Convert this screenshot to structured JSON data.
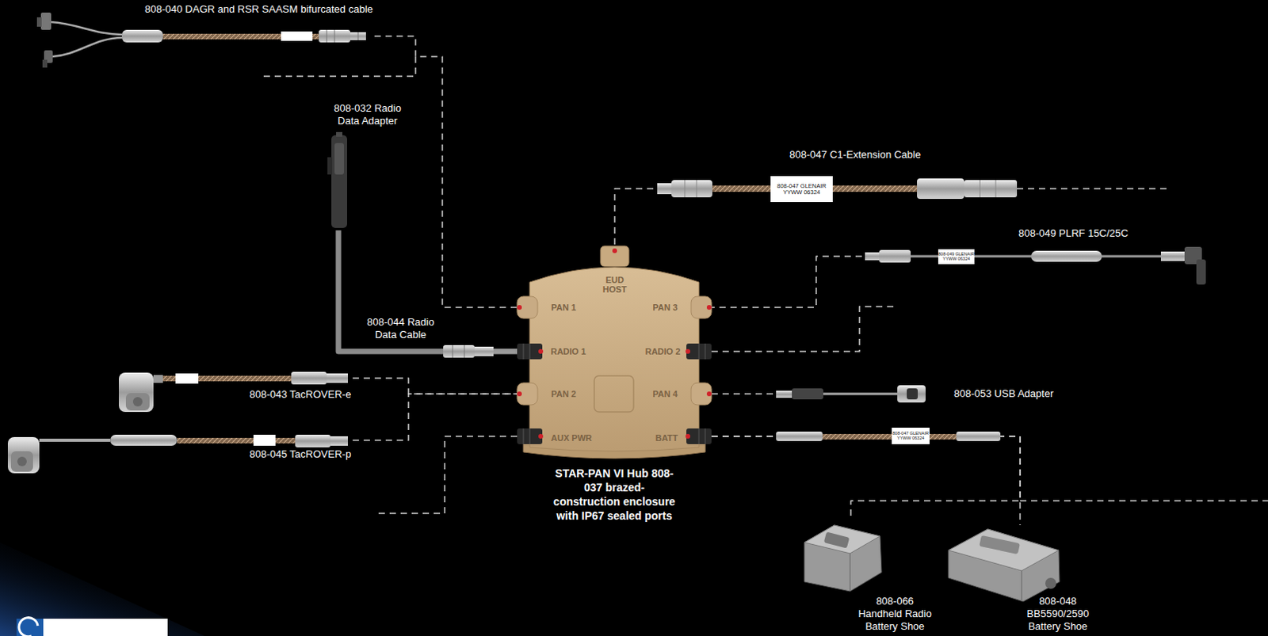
{
  "diagram": {
    "nodes": [
      {
        "text": [
          "808-040 DAGR and RSR SAASM bifurcated cable"
        ]
      },
      {
        "text": [
          "808-032 Radio Data Adapter"
        ]
      },
      {
        "text": [
          "808-047 C1-Extension Cable"
        ]
      },
      {
        "text": [
          "808-049 PLRF 15C/25C"
        ]
      },
      {
        "text": [
          "808-044 Radio Data Cable"
        ]
      },
      {
        "text": [
          "STAR-PAN VI Hub 808-037 brazed-construction enclosure with IP67 sealed ports",
          "EUD HOST",
          "PAN 1",
          "PAN 3",
          "RADIO 1",
          "RADIO 2",
          "PAN 2",
          "PAN 4",
          "AUX PWR",
          "BATT"
        ]
      },
      {
        "text": [
          "808-043 TacROVER-e"
        ]
      },
      {
        "text": [
          "808-053 USB Adapter"
        ]
      },
      {
        "text": [
          "808-045 TacROVER-p"
        ]
      },
      {
        "text": [
          "808-066 Handheld Radio Battery Shoe"
        ]
      },
      {
        "text": [
          "808-048 BB5590/2590 Battery Shoe"
        ]
      }
    ],
    "edges": [
      {
        "from": 0,
        "to": 5,
        "arrow": "none"
      },
      {
        "from": 1,
        "to": 4,
        "arrow": "none"
      },
      {
        "from": 4,
        "to": 5,
        "arrow": "none"
      },
      {
        "from": 2,
        "to": 5,
        "arrow": "none"
      },
      {
        "from": 3,
        "to": 5,
        "arrow": "none"
      },
      {
        "from": 6,
        "to": 5,
        "arrow": "none"
      },
      {
        "from": 8,
        "to": 5,
        "arrow": "none"
      },
      {
        "from": 5,
        "to": 7,
        "arrow": "none"
      },
      {
        "from": 5,
        "to": 9,
        "arrow": "none"
      },
      {
        "from": 5,
        "to": 10,
        "arrow": "none"
      }
    ],
    "labels": [
      "808-047 GLENAIR YYWW 06324",
      "808-049 GLENAIR YYWW 06324",
      "808-047 GLENAIR YYWW 06324"
    ]
  }
}
